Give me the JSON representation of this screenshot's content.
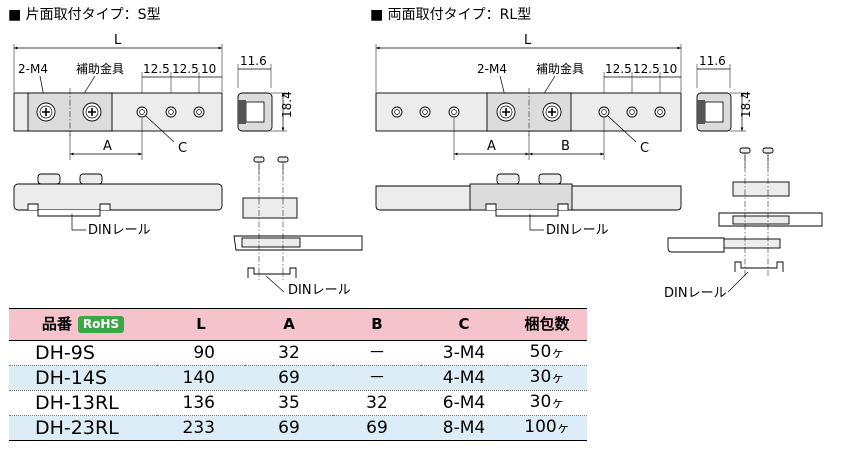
{
  "sections": {
    "single": {
      "title": "■ 片面取付タイプ：S型"
    },
    "double": {
      "title": "■ 両面取付タイプ：RL型"
    }
  },
  "labels": {
    "L": "L",
    "A": "A",
    "B": "B",
    "C": "C",
    "m4": "2-M4",
    "fitting": "補助金具",
    "pitch": "12.5",
    "end": "10",
    "width": "11.6",
    "height": "18.4",
    "din": "DINレール"
  },
  "table": {
    "headers": {
      "model": "品番",
      "rohs": "RoHS",
      "L": "L",
      "A": "A",
      "B": "B",
      "C": "C",
      "pack": "梱包数"
    },
    "rows": [
      {
        "model": "DH-9S",
        "L": "90",
        "A": "32",
        "B": "－",
        "C": "3-M4",
        "qty": "50",
        "unit": "ヶ"
      },
      {
        "model": "DH-14S",
        "L": "140",
        "A": "69",
        "B": "－",
        "C": "4-M4",
        "qty": "30",
        "unit": "ヶ"
      },
      {
        "model": "DH-13RL",
        "L": "136",
        "A": "35",
        "B": "32",
        "C": "6-M4",
        "qty": "30",
        "unit": "ヶ"
      },
      {
        "model": "DH-23RL",
        "L": "233",
        "A": "69",
        "B": "69",
        "C": "8-M4",
        "qty": "100",
        "unit": "ヶ"
      }
    ]
  }
}
